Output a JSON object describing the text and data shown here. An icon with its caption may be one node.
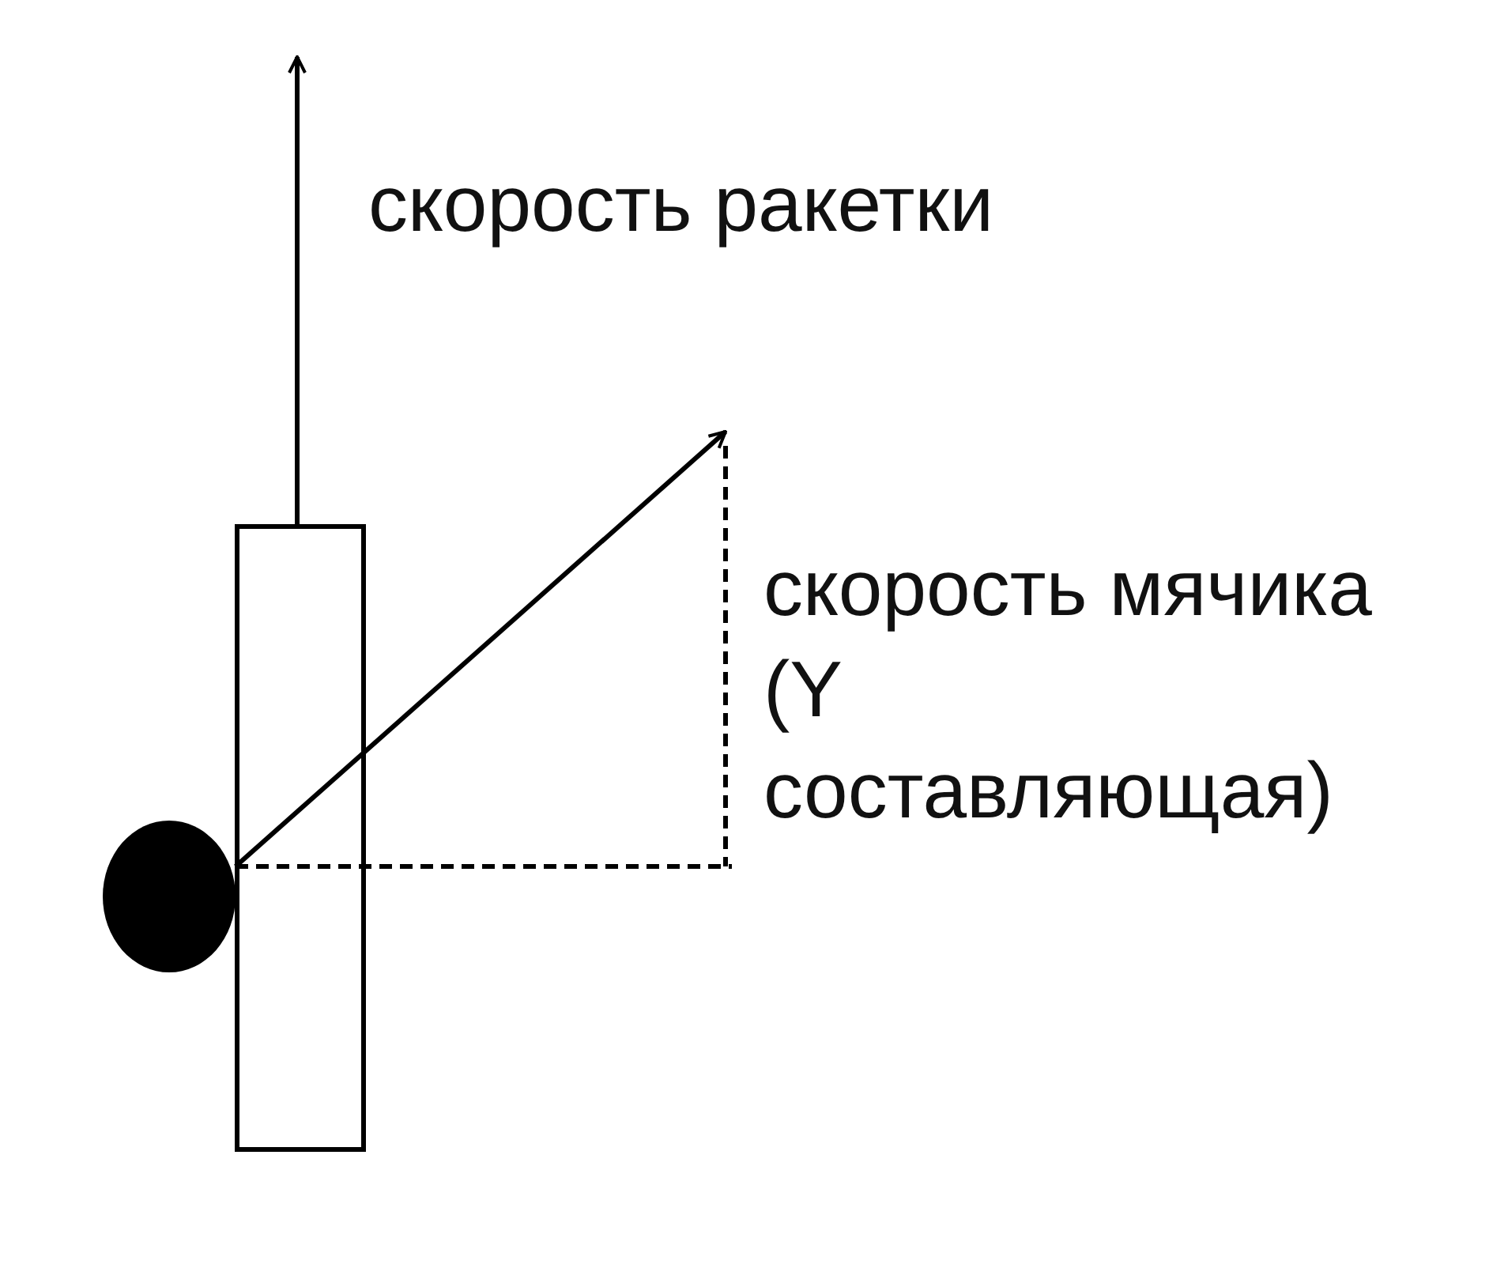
{
  "diagram": {
    "nodes": [
      {
        "text": [],
        "shape": "box"
      },
      {
        "text": [],
        "shape": "circle"
      }
    ],
    "labels": [
      "скорость ракетки",
      "скорость мячика (Y составляющая)"
    ]
  }
}
